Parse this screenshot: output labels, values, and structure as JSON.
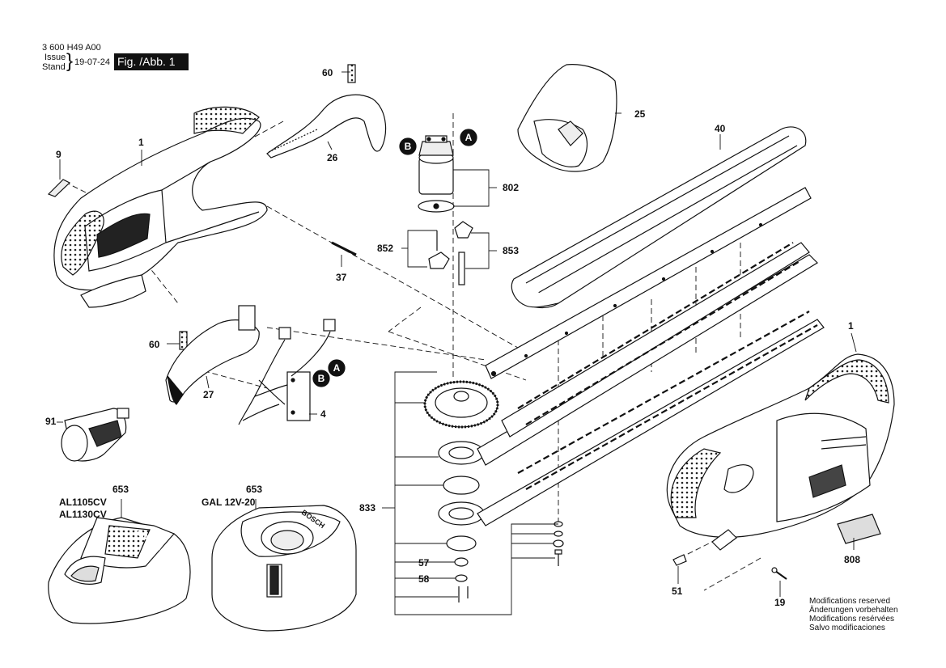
{
  "header": {
    "doc_number": "3 600 H49 A00",
    "issue_label": "Issue",
    "stand_label": "Stand",
    "date": "19-07-24",
    "figure": "Fig. /Abb. 1"
  },
  "parts": {
    "p1_top": "1",
    "p1_right": "1",
    "p4": "4",
    "p9": "9",
    "p19": "19",
    "p25": "25",
    "p26": "26",
    "p27": "27",
    "p37": "37",
    "p40": "40",
    "p51": "51",
    "p57": "57",
    "p58": "58",
    "p60_top": "60",
    "p60_left": "60",
    "p91": "91",
    "p653_left": "653",
    "p653_right": "653",
    "p802": "802",
    "p808": "808",
    "p833": "833",
    "p852": "852",
    "p853": "853"
  },
  "markers": {
    "a": "A",
    "b": "B"
  },
  "chargers": {
    "left_model_1": "AL1105CV",
    "left_model_2": "AL1130CV",
    "right_model": "GAL 12V-20",
    "brand": "BOSCH"
  },
  "notice": {
    "line1": "Modifications reserved",
    "line2": "Änderungen vorbehalten",
    "line3": "Modifications resérvées",
    "line4": "Salvo modificaciones"
  }
}
